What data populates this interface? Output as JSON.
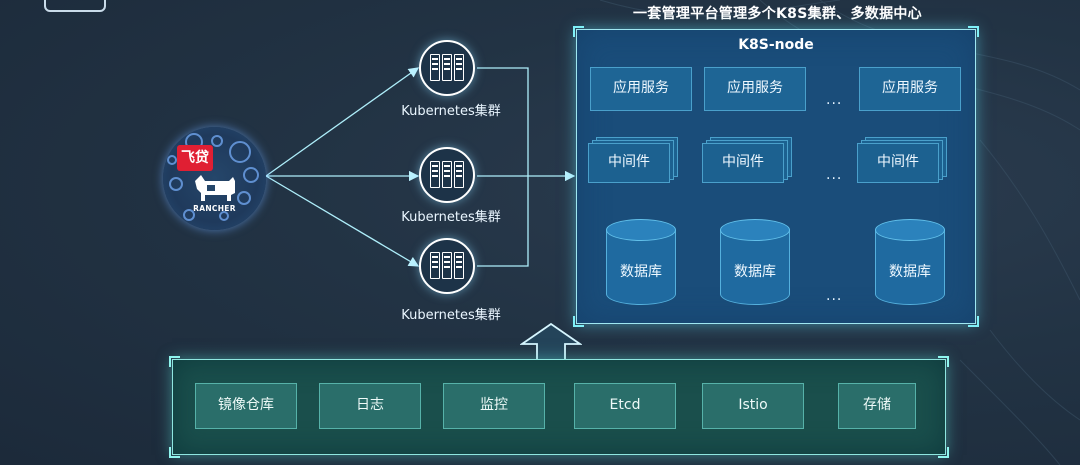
{
  "title": "一套管理平台管理多个K8S集群、多数据中心",
  "logo": {
    "brand_text": "飞贷",
    "name": "RANCHER"
  },
  "clusters": [
    {
      "label": "Kubernetes集群"
    },
    {
      "label": "Kubernetes集群"
    },
    {
      "label": "Kubernetes集群"
    }
  ],
  "node": {
    "title": "K8S-node",
    "app_services": [
      "应用服务",
      "应用服务",
      "应用服务"
    ],
    "middlewares": [
      "中间件",
      "中间件",
      "中间件"
    ],
    "databases": [
      "数据库",
      "数据库",
      "数据库"
    ],
    "ellipsis": "..."
  },
  "infrastructure": [
    "镜像仓库",
    "日志",
    "监控",
    "Etcd",
    "Istio",
    "存储"
  ],
  "colors": {
    "background": "#223344",
    "node_panel": "#1a4d7a",
    "infra_bar": "#1a4f4c",
    "glow_cyan": "#7ff0f8",
    "brand_red": "#e01f33"
  }
}
